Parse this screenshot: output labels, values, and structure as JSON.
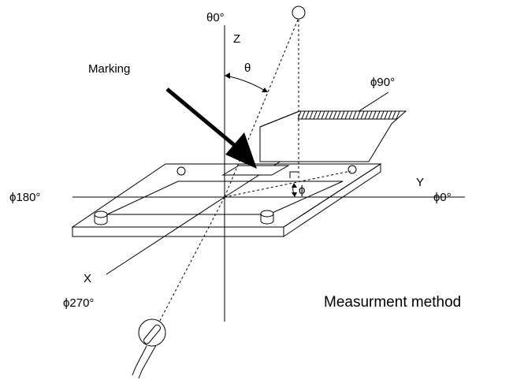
{
  "diagram": {
    "labels": {
      "theta_zero": "θ0°",
      "z_axis": "Z",
      "theta": "θ",
      "marking": "Marking",
      "phi_90": "ϕ90°",
      "y_axis": "Y",
      "phi_180": "ϕ180°",
      "phi_0": "ϕ0°",
      "phi": "ϕ",
      "x_axis": "X",
      "phi_270": "ϕ270°",
      "caption": "Measurment method"
    },
    "icons": {
      "light_source": "circle-icon",
      "detector": "probe-icon"
    }
  }
}
